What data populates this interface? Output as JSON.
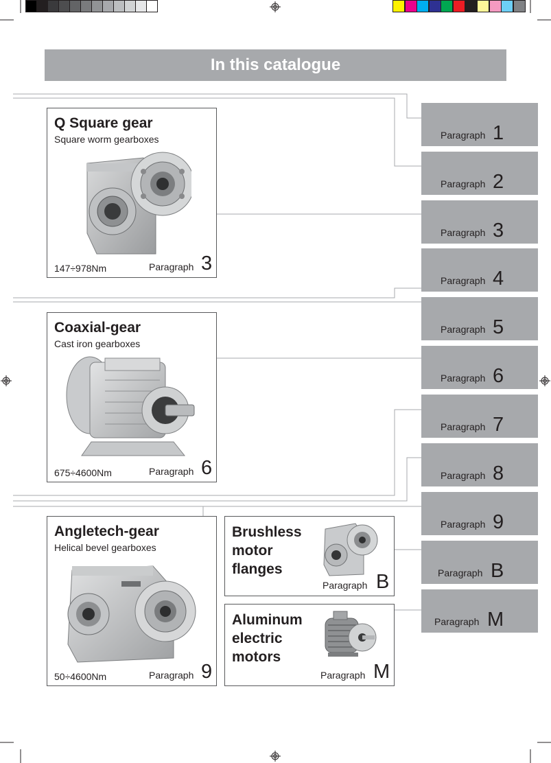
{
  "header": {
    "title": "In this catalogue"
  },
  "print_marks": {
    "gray_swatches": [
      "#000000",
      "#231f20",
      "#3a3a3c",
      "#4d4d4f",
      "#636466",
      "#7a7b7d",
      "#919395",
      "#a7a9ac",
      "#bcbec0",
      "#d1d3d4",
      "#e6e7e8",
      "#ffffff"
    ],
    "color_swatches": [
      "#fff200",
      "#ec008c",
      "#00aeef",
      "#2e3192",
      "#00a651",
      "#ed1c24",
      "#231f20",
      "#fff799",
      "#f49ac1",
      "#6dcff6",
      "#808285"
    ]
  },
  "tabs": [
    {
      "word": "Paragraph",
      "num": "1"
    },
    {
      "word": "Paragraph",
      "num": "2"
    },
    {
      "word": "Paragraph",
      "num": "3"
    },
    {
      "word": "Paragraph",
      "num": "4"
    },
    {
      "word": "Paragraph",
      "num": "5"
    },
    {
      "word": "Paragraph",
      "num": "6"
    },
    {
      "word": "Paragraph",
      "num": "7"
    },
    {
      "word": "Paragraph",
      "num": "8"
    },
    {
      "word": "Paragraph",
      "num": "9"
    },
    {
      "word": "Paragraph",
      "num": "B"
    },
    {
      "word": "Paragraph",
      "num": "M"
    }
  ],
  "products": {
    "qsquare": {
      "title": "Q Square gear",
      "subtitle": "Square worm gearboxes",
      "range": "147÷978Nm",
      "para_word": "Paragraph",
      "para_num": "3"
    },
    "coaxial": {
      "title": "Coaxial-gear",
      "subtitle": "Cast iron gearboxes",
      "range": "675÷4600Nm",
      "para_word": "Paragraph",
      "para_num": "6"
    },
    "angletech": {
      "title": "Angletech-gear",
      "subtitle": "Helical bevel gearboxes",
      "range": "50÷4600Nm",
      "para_word": "Paragraph",
      "para_num": "9"
    },
    "brushless": {
      "title_lines": [
        "Brushless",
        "motor",
        "flanges"
      ],
      "para_word": "Paragraph",
      "para_num": "B"
    },
    "aluminum": {
      "title_lines": [
        "Aluminum",
        "electric",
        "motors"
      ],
      "para_word": "Paragraph",
      "para_num": "M"
    }
  }
}
